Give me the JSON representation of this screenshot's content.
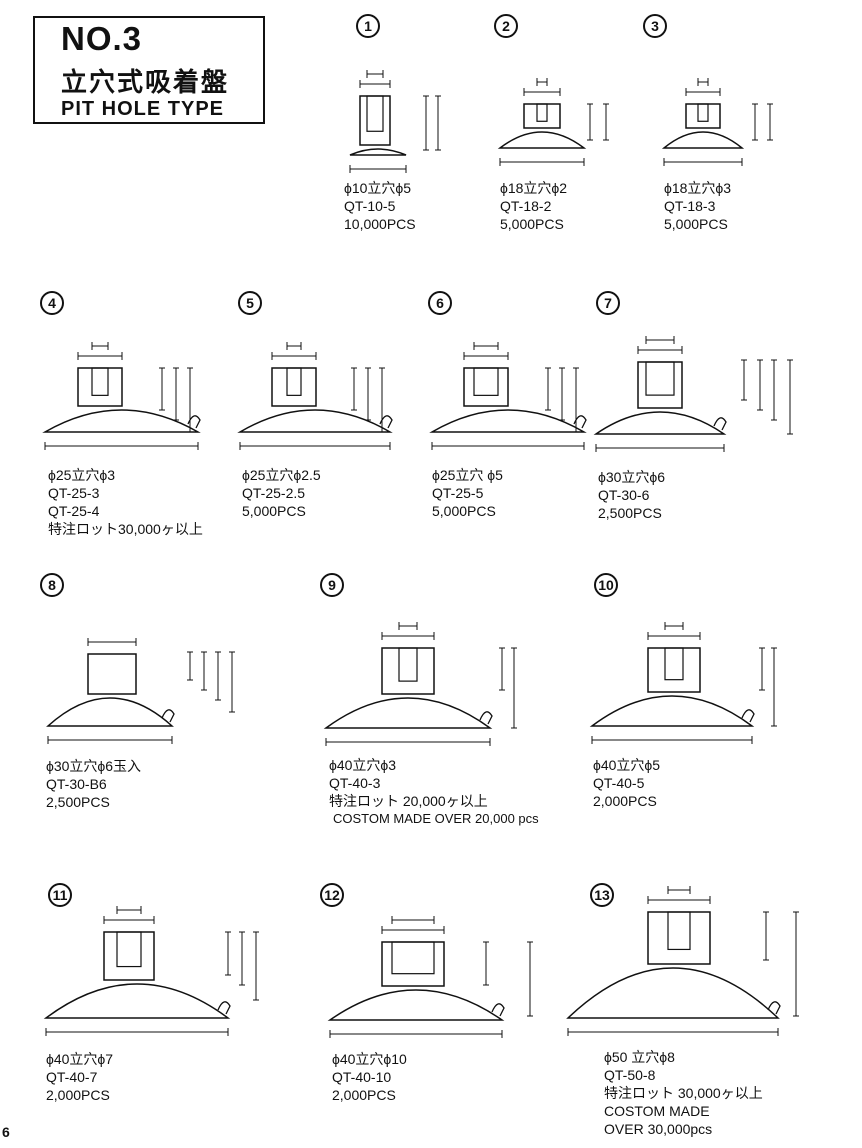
{
  "header": {
    "series": "NO.3",
    "title_jp": "立穴式吸着盤",
    "title_en": "PIT HOLE TYPE"
  },
  "page_number": "6",
  "items": [
    {
      "num": "1",
      "lines": [
        "ϕ10立穴ϕ5",
        "QT-10-5",
        "10,000PCS"
      ]
    },
    {
      "num": "2",
      "lines": [
        "ϕ18立穴ϕ2",
        "QT-18-2",
        "5,000PCS"
      ]
    },
    {
      "num": "3",
      "lines": [
        "ϕ18立穴ϕ3",
        "QT-18-3",
        "5,000PCS"
      ]
    },
    {
      "num": "4",
      "lines": [
        "ϕ25立穴ϕ3",
        "QT-25-3",
        "QT-25-4",
        "特注ロット30,000ヶ以上"
      ]
    },
    {
      "num": "5",
      "lines": [
        "ϕ25立穴ϕ2.5",
        "QT-25-2.5",
        "5,000PCS"
      ]
    },
    {
      "num": "6",
      "lines": [
        "ϕ25立穴 ϕ5",
        "QT-25-5",
        "5,000PCS"
      ]
    },
    {
      "num": "7",
      "lines": [
        "ϕ30立穴ϕ6",
        "QT-30-6",
        "2,500PCS"
      ]
    },
    {
      "num": "8",
      "lines": [
        "ϕ30立穴ϕ6玉入",
        "QT-30-B6",
        "2,500PCS"
      ]
    },
    {
      "num": "9",
      "lines": [
        "ϕ40立穴ϕ3",
        "QT-40-3",
        "特注ロット 20,000ヶ以上",
        "COSTOM MADE OVER 20,000 pcs"
      ]
    },
    {
      "num": "10",
      "lines": [
        "ϕ40立穴ϕ5",
        "QT-40-5",
        "2,000PCS"
      ]
    },
    {
      "num": "11",
      "lines": [
        "ϕ40立穴ϕ7",
        "QT-40-7",
        "2,000PCS"
      ]
    },
    {
      "num": "12",
      "lines": [
        "ϕ40立穴ϕ10",
        "QT-40-10",
        "2,000PCS"
      ]
    },
    {
      "num": "13",
      "lines": [
        "ϕ50 立穴ϕ8",
        "QT-50-8",
        "特注ロット 30,000ヶ以上",
        "COSTOM MADE",
        "OVER 30,000pcs"
      ]
    }
  ]
}
